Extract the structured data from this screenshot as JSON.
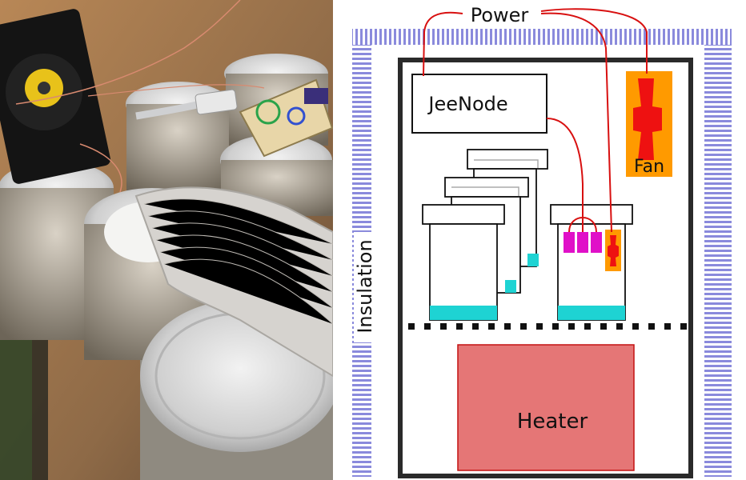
{
  "diagram": {
    "labels": {
      "power": "Power",
      "jeenode": "JeeNode",
      "fan": "Fan",
      "heater": "Heater",
      "insulation": "Insulation"
    },
    "colors": {
      "insulation": "#8a8adc",
      "box_outline": "#2a2a2a",
      "wire": "#d81010",
      "fan_body": "#ff9a00",
      "fan_blade": "#ee1111",
      "water": "#1ed3d3",
      "sensor": "#e010c8",
      "heater_fill": "#e57676",
      "heater_border": "#c41111"
    }
  },
  "photo": {
    "description_icons": [
      "fan-icon",
      "mason-jar-icon",
      "ribbon-cable-icon",
      "circuit-board-icon"
    ]
  }
}
